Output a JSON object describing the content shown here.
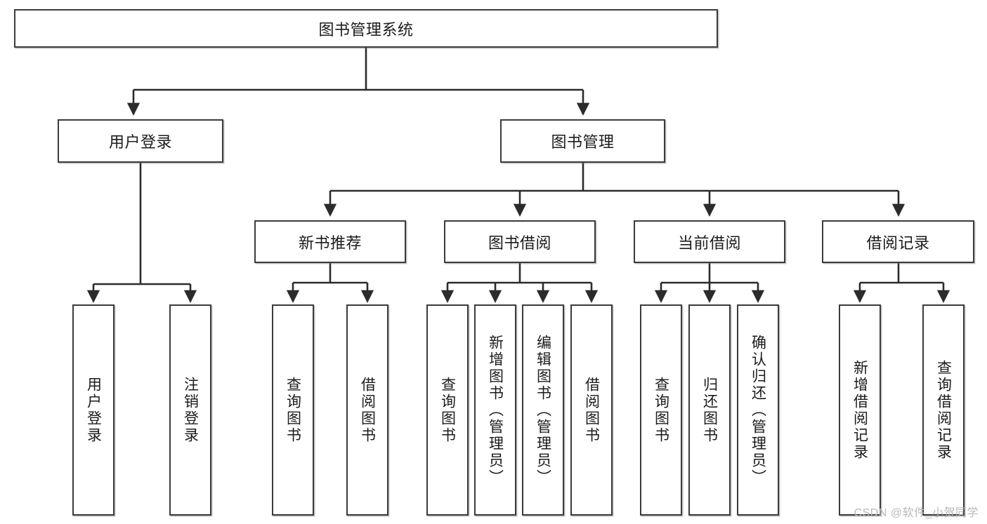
{
  "diagram": {
    "type": "tree",
    "title": "图书管理系统",
    "watermark": "CSDN @软件_小贺同学",
    "colors": {
      "box_border": "#3b3b3b",
      "box_fill": "#ffffff",
      "line": "#2b2b2b",
      "text": "#1b1b1b",
      "watermark": "#b9b9b9"
    },
    "levels": {
      "root": {
        "label": "图书管理系统"
      },
      "level2": [
        {
          "label": "用户登录"
        },
        {
          "label": "图书管理"
        }
      ],
      "level3": [
        {
          "label": "新书推荐"
        },
        {
          "label": "图书借阅"
        },
        {
          "label": "当前借阅"
        },
        {
          "label": "借阅记录"
        }
      ]
    },
    "leaves": {
      "user_login": [
        {
          "label": "用户登录"
        },
        {
          "label": "注销登录"
        }
      ],
      "new_book_recommend": [
        {
          "label": "查询图书"
        },
        {
          "label": "借阅图书"
        }
      ],
      "book_borrow": [
        {
          "label": "查询图书"
        },
        {
          "label": "新增图书（管理员）"
        },
        {
          "label": "编辑图书（管理员）"
        },
        {
          "label": "借阅图书"
        }
      ],
      "current_borrow": [
        {
          "label": "查询图书"
        },
        {
          "label": "归还图书"
        },
        {
          "label": "确认归还（管理员）"
        }
      ],
      "borrow_records": [
        {
          "label": "新增借阅记录"
        },
        {
          "label": "查询借阅记录"
        }
      ]
    }
  }
}
